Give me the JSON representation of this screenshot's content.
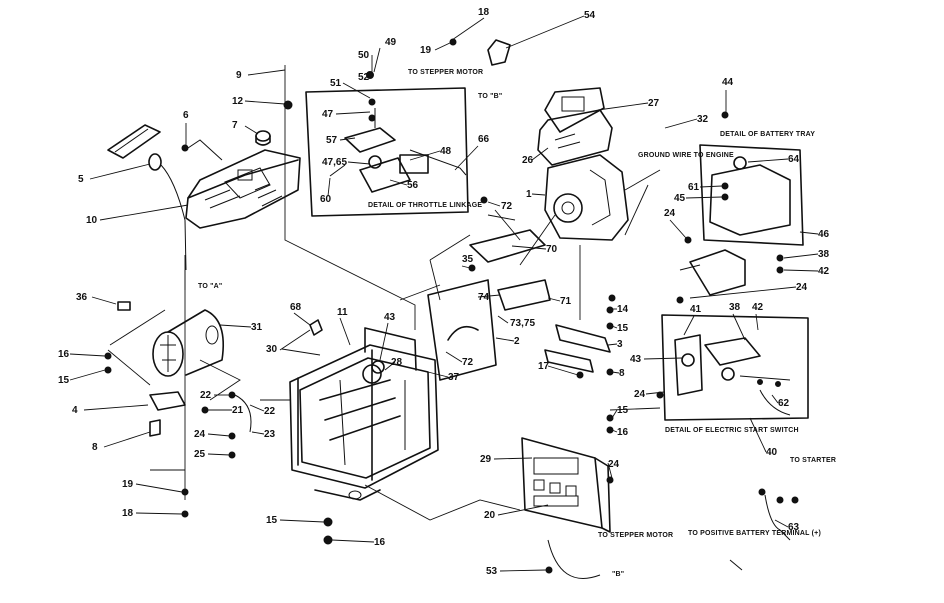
{
  "captions": {
    "to_stepper_motor_top": "TO STEPPER MOTOR",
    "to_b_top": "TO \"B\"",
    "detail_throttle": "DETAIL OF THROTTLE LINKAGE",
    "ground_wire": "GROUND WIRE TO ENGINE",
    "detail_battery_tray": "DETAIL OF BATTERY TRAY",
    "to_a": "TO \"A\"",
    "detail_electric_start": "DETAIL OF ELECTRIC START SWITCH",
    "to_starter": "TO STARTER",
    "to_stepper_motor_bottom": "TO STEPPER MOTOR",
    "to_positive_battery": "TO POSITIVE BATTERY TERMINAL (+)",
    "b_bottom": "\"B\""
  },
  "parts": [
    {
      "id": "p18a",
      "label": "18"
    },
    {
      "id": "p54",
      "label": "54"
    },
    {
      "id": "p19a",
      "label": "19"
    },
    {
      "id": "p50",
      "label": "50"
    },
    {
      "id": "p49",
      "label": "49"
    },
    {
      "id": "p9",
      "label": "9"
    },
    {
      "id": "p52",
      "label": "52"
    },
    {
      "id": "p51",
      "label": "51"
    },
    {
      "id": "p12",
      "label": "12"
    },
    {
      "id": "p47a",
      "label": "47"
    },
    {
      "id": "p27",
      "label": "27"
    },
    {
      "id": "p44",
      "label": "44"
    },
    {
      "id": "p32",
      "label": "32"
    },
    {
      "id": "p6",
      "label": "6"
    },
    {
      "id": "p7",
      "label": "7"
    },
    {
      "id": "p57",
      "label": "57"
    },
    {
      "id": "p66",
      "label": "66"
    },
    {
      "id": "p48",
      "label": "48"
    },
    {
      "id": "p26",
      "label": "26"
    },
    {
      "id": "p4765",
      "label": "47,65"
    },
    {
      "id": "p64",
      "label": "64"
    },
    {
      "id": "p5",
      "label": "5"
    },
    {
      "id": "p60",
      "label": "60"
    },
    {
      "id": "p56",
      "label": "56"
    },
    {
      "id": "p61",
      "label": "61"
    },
    {
      "id": "p1",
      "label": "1"
    },
    {
      "id": "p45",
      "label": "45"
    },
    {
      "id": "p72a",
      "label": "72"
    },
    {
      "id": "p10",
      "label": "10"
    },
    {
      "id": "p24a",
      "label": "24"
    },
    {
      "id": "p70",
      "label": "70"
    },
    {
      "id": "p46",
      "label": "46"
    },
    {
      "id": "p38a",
      "label": "38"
    },
    {
      "id": "p35",
      "label": "35"
    },
    {
      "id": "p42a",
      "label": "42"
    },
    {
      "id": "p24b",
      "label": "24"
    },
    {
      "id": "p36",
      "label": "36"
    },
    {
      "id": "p74",
      "label": "74"
    },
    {
      "id": "p71",
      "label": "71"
    },
    {
      "id": "p68",
      "label": "68"
    },
    {
      "id": "p11",
      "label": "11"
    },
    {
      "id": "p14",
      "label": "14"
    },
    {
      "id": "p41",
      "label": "41"
    },
    {
      "id": "p38b",
      "label": "38"
    },
    {
      "id": "p42b",
      "label": "42"
    },
    {
      "id": "p7375",
      "label": "73,75"
    },
    {
      "id": "p31",
      "label": "31"
    },
    {
      "id": "p43a",
      "label": "43"
    },
    {
      "id": "p15a",
      "label": "15"
    },
    {
      "id": "p2",
      "label": "2"
    },
    {
      "id": "p3",
      "label": "3"
    },
    {
      "id": "p30",
      "label": "30"
    },
    {
      "id": "p16a",
      "label": "16"
    },
    {
      "id": "p28",
      "label": "28"
    },
    {
      "id": "p72b",
      "label": "72"
    },
    {
      "id": "p43b",
      "label": "43"
    },
    {
      "id": "p15b",
      "label": "15"
    },
    {
      "id": "p37",
      "label": "37"
    },
    {
      "id": "p17",
      "label": "17"
    },
    {
      "id": "p8a",
      "label": "8"
    },
    {
      "id": "p22a",
      "label": "22"
    },
    {
      "id": "p21",
      "label": "21"
    },
    {
      "id": "p24c",
      "label": "24"
    },
    {
      "id": "p22b",
      "label": "22"
    },
    {
      "id": "p4",
      "label": "4"
    },
    {
      "id": "p62",
      "label": "62"
    },
    {
      "id": "p15c",
      "label": "15"
    },
    {
      "id": "p24d",
      "label": "24"
    },
    {
      "id": "p23",
      "label": "23"
    },
    {
      "id": "p8b",
      "label": "8"
    },
    {
      "id": "p16b",
      "label": "16"
    },
    {
      "id": "p40",
      "label": "40"
    },
    {
      "id": "p25",
      "label": "25"
    },
    {
      "id": "p29",
      "label": "29"
    },
    {
      "id": "p24e",
      "label": "24"
    },
    {
      "id": "p19b",
      "label": "19"
    },
    {
      "id": "p18b",
      "label": "18"
    },
    {
      "id": "p20",
      "label": "20"
    },
    {
      "id": "p15d",
      "label": "15"
    },
    {
      "id": "p16c",
      "label": "16"
    },
    {
      "id": "p63",
      "label": "63"
    },
    {
      "id": "p53",
      "label": "53"
    }
  ]
}
